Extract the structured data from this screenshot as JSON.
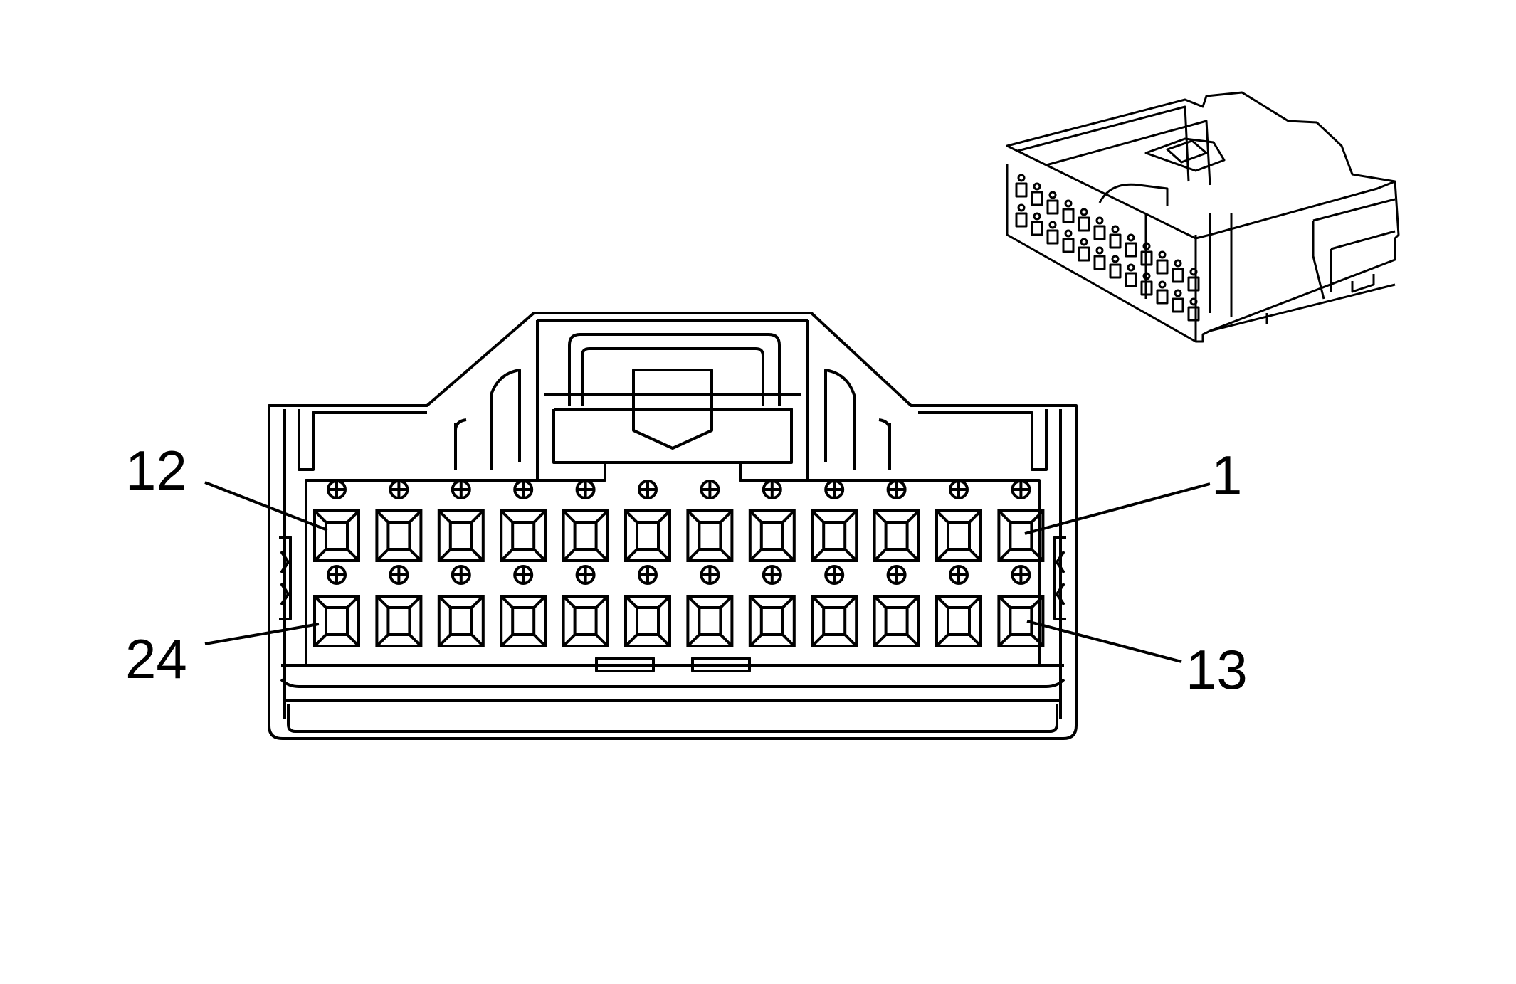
{
  "pin_labels": {
    "top_left": "12",
    "top_right": "1",
    "bottom_left": "24",
    "bottom_right": "13"
  },
  "pin_count": 24,
  "pins_per_row": 12,
  "line_color": "#000000",
  "background_color": "#ffffff"
}
